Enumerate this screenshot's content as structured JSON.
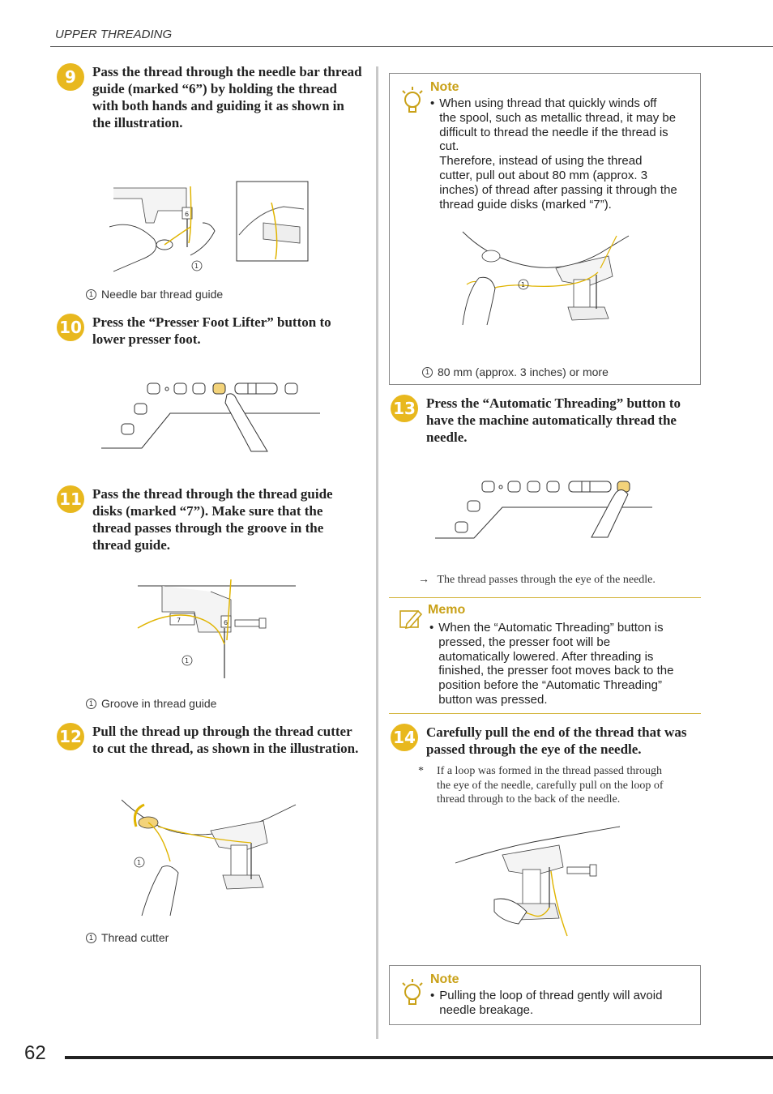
{
  "header": {
    "section": "UPPER THREADING"
  },
  "steps": {
    "s9": {
      "num": "9",
      "text": "Pass the thread through the needle bar thread guide (marked “6”) by holding the thread with both hands and guiding it as shown in the illustration."
    },
    "s10": {
      "num": "10",
      "text": "Press the “Presser Foot Lifter” button to lower presser foot."
    },
    "s11": {
      "num": "11",
      "text": "Pass the thread through the thread guide disks (marked “7”). Make sure that the thread passes through the groove in the thread guide."
    },
    "s12": {
      "num": "12",
      "text": "Pull the thread up through the thread cutter to cut the thread, as shown in the illustration."
    },
    "s13": {
      "num": "13",
      "text": "Press the “Automatic Threading” button to have the machine automatically thread the needle."
    },
    "s14": {
      "num": "14",
      "text": "Carefully pull the end of the thread that was passed through the eye of the needle."
    }
  },
  "captions": {
    "c9": {
      "marker": "1",
      "text": "Needle bar thread guide"
    },
    "c11": {
      "marker": "1",
      "text": "Groove in thread guide"
    },
    "c12": {
      "marker": "1",
      "text": "Thread cutter"
    },
    "note1": {
      "marker": "1",
      "text": "80 mm (approx. 3 inches) or more"
    }
  },
  "illustration_labels": {
    "guide6": "6",
    "guide7": "7",
    "callout": "1"
  },
  "note1": {
    "title": "Note",
    "bullet": "•",
    "lines": [
      "When using thread that quickly winds off",
      "the spool, such as metallic thread, it may be",
      "difficult to thread the needle if the thread is",
      "cut.",
      "Therefore, instead of using the thread",
      "cutter, pull out about 80 mm (approx. 3",
      "inches) of thread after passing it through the",
      "thread guide disks (marked “7”)."
    ]
  },
  "result13": {
    "arrow": "→",
    "text": "The thread passes through the eye of the needle."
  },
  "memo": {
    "title": "Memo",
    "bullet": "•",
    "lines": [
      "When the “Automatic Threading” button is",
      "pressed, the presser foot will be",
      "automatically lowered. After threading is",
      "finished, the presser foot moves back to the",
      "position before the “Automatic Threading”",
      "button was pressed."
    ]
  },
  "asterisk14": {
    "mark": "*",
    "lines": [
      "If a loop was formed in the thread passed through",
      "the eye of the needle, carefully pull on the loop of",
      "thread through to the back of the needle."
    ]
  },
  "note2": {
    "title": "Note",
    "bullet": "•",
    "lines": [
      "Pulling the loop of thread gently will avoid",
      "needle breakage."
    ]
  },
  "page": {
    "number": "62"
  },
  "colors": {
    "accent": "#e8b81e",
    "thread": "#e0b400",
    "rule": "#555555"
  }
}
